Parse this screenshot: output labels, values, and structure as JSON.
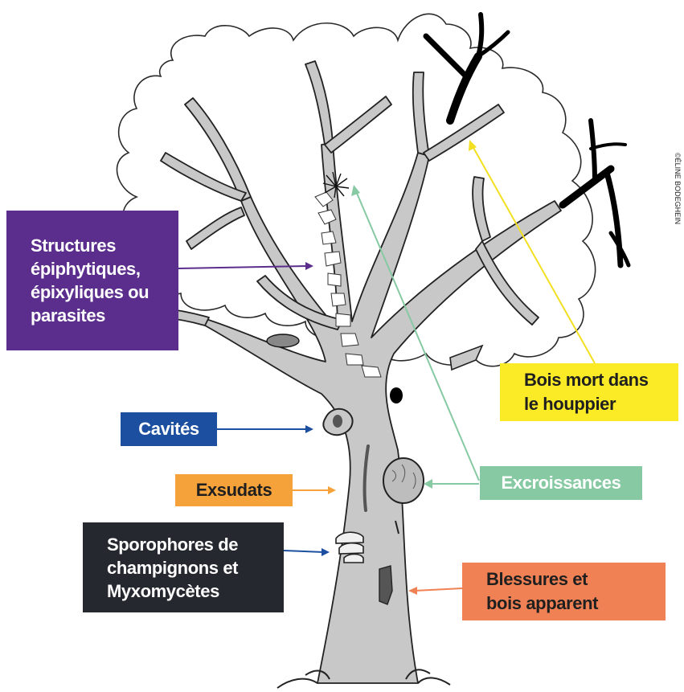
{
  "labels": {
    "structures": [
      "Structures",
      "épiphytiques,",
      "épixyliques ou",
      "parasites"
    ],
    "bois_mort": [
      "Bois mort dans",
      "le houppier"
    ],
    "cavites": "Cavités",
    "exsudats": "Exsudats",
    "excroissances": "Excroissances",
    "sporophores": [
      "Sporophores de",
      "champignons et",
      "Myxomycètes"
    ],
    "blessures": [
      "Blessures et",
      "bois apparent"
    ]
  },
  "credit": "©ÉLINE BODEGHEIN",
  "colors": {
    "structures": "#5b2d8c",
    "bois_mort": "#fbeb27",
    "cavites": "#1d4fa0",
    "exsudats": "#f5a23b",
    "excroissances": "#86c9a2",
    "sporophores": "#26282f",
    "blessures": "#ef8154",
    "trunk": "#c8c8c8"
  }
}
